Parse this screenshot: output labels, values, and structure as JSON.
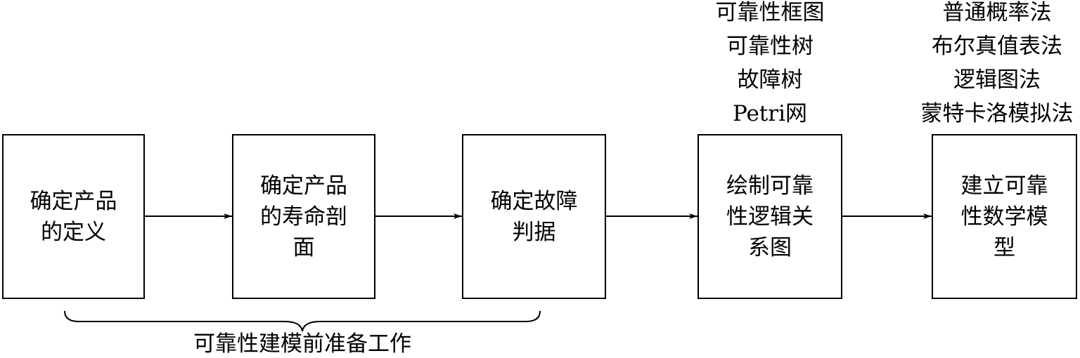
{
  "boxes": [
    {
      "id": "define-product",
      "text": "确定产品\n的定义"
    },
    {
      "id": "life-profile",
      "text": "确定产品\n的寿命剖\n面"
    },
    {
      "id": "failure-criteria",
      "text": "确定故障\n判据"
    },
    {
      "id": "draw-logic-diagram",
      "text": "绘制可靠\n性逻辑关\n系图"
    },
    {
      "id": "build-model",
      "text": "建立可靠\n性数学模\n型"
    }
  ],
  "diagram_methods": [
    "可靠性框图",
    "可靠性树",
    "故障树",
    "Petri网"
  ],
  "model_methods": [
    "普通概率法",
    "布尔真值表法",
    "逻辑图法",
    "蒙特卡洛模拟法"
  ],
  "brace_label": "可靠性建模前准备工作"
}
